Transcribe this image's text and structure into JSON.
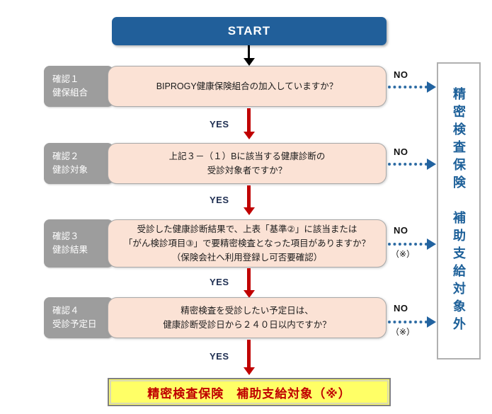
{
  "start": {
    "label": "START"
  },
  "steps": [
    {
      "label_line1": "確認１",
      "label_line2": "健保組合",
      "question_lines": [
        "BIPROGY健康保険組合の加入していますか？"
      ],
      "no_label": "NO",
      "no_sub": "",
      "yes_label": "YES"
    },
    {
      "label_line1": "確認２",
      "label_line2": "健診対象",
      "question_lines": [
        "上記３－（１）Bに該当する健康診断の",
        "受診対象者ですか？"
      ],
      "no_label": "NO",
      "no_sub": "",
      "yes_label": "YES"
    },
    {
      "label_line1": "確認３",
      "label_line2": "健診結果",
      "question_lines": [
        "受診した健康診断結果で、上表「基準②」に該当または",
        "「がん検診項目③」で要精密検査となった項目がありますか？",
        "（保険会社へ利用登録し可否要確認）"
      ],
      "no_label": "NO",
      "no_sub": "（※）",
      "yes_label": "YES"
    },
    {
      "label_line1": "確認４",
      "label_line2": "受診予定日",
      "question_lines": [
        "精密検査を受診したい予定日は、",
        "健康診断受診日から２４０日以内ですか？"
      ],
      "no_label": "NO",
      "no_sub": "（※）",
      "yes_label": "YES"
    }
  ],
  "outcome_rejected": {
    "text": "精密検査保険　補助支給対象外"
  },
  "outcome_accepted": {
    "text": "精密検査保険　補助支給対象（※）"
  },
  "colors": {
    "start_bg": "#215f9a",
    "step_label_bg": "#9d9d9d",
    "question_bg": "#fbe2d5",
    "yes_arrow": "#c00000",
    "no_arrow": "#2263a0",
    "result_bg": "#ffff66",
    "result_text": "#c00000",
    "vertical_text": "#1d6099"
  }
}
